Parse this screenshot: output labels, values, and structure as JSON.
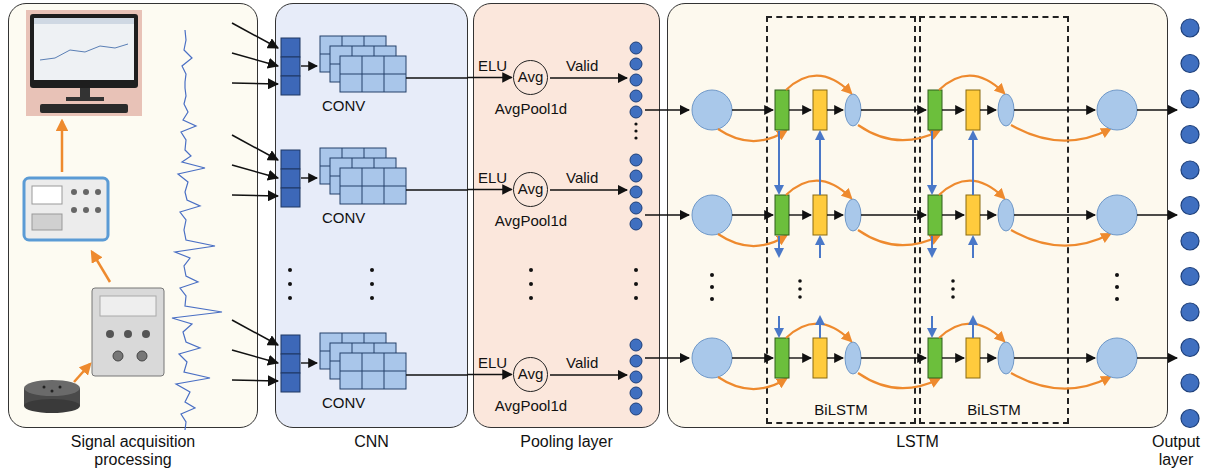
{
  "diagram": {
    "nodes": [
      {
        "text": [
          "Signal acquisition processing"
        ]
      },
      {
        "text": [
          "CNN"
        ]
      },
      {
        "text": [
          "Pooling layer"
        ]
      },
      {
        "text": [
          "Avg"
        ],
        "in": 2
      },
      {
        "text": [
          "Avg"
        ],
        "in": 2
      },
      {
        "text": [
          "Avg"
        ],
        "in": 2
      },
      {
        "text": [
          "LSTM"
        ]
      },
      {
        "text": [
          "BiLSTM"
        ],
        "in": 6
      },
      {
        "text": [
          "BiLSTM"
        ],
        "in": 6
      }
    ],
    "edges": [
      {
        "from": 1,
        "to": 3,
        "arrow": "to"
      },
      {
        "from": 1,
        "to": 4,
        "arrow": "to"
      },
      {
        "from": 1,
        "to": 5,
        "arrow": "to"
      }
    ],
    "labels": [
      "CONV",
      "ELU",
      "Valid",
      "AvgPool1d",
      "CONV",
      "ELU",
      "Valid",
      "AvgPool1d",
      "CONV",
      "ELU",
      "Valid",
      "AvgPool1d",
      "Output layer"
    ]
  }
}
